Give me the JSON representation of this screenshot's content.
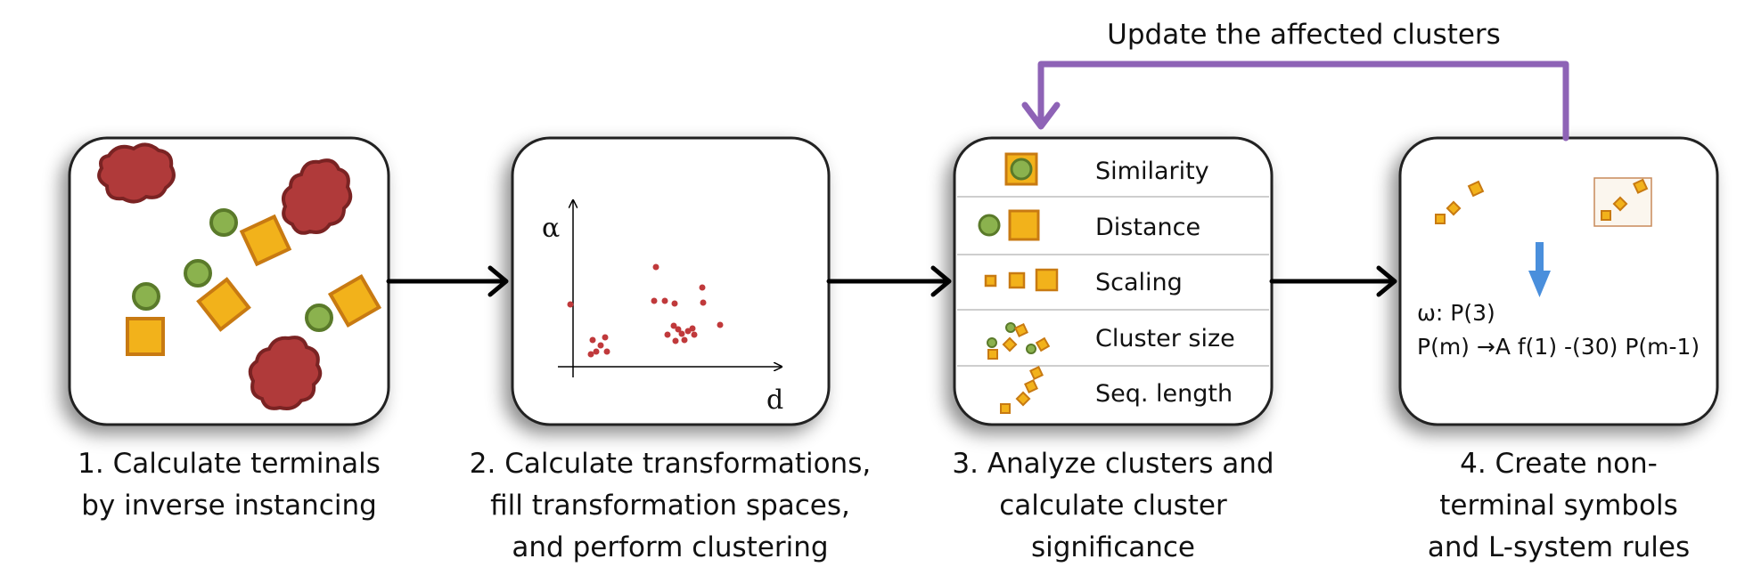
{
  "feedback_label": "Update the affected clusters",
  "steps": [
    {
      "lines": [
        "1. Calculate terminals",
        "by inverse instancing"
      ]
    },
    {
      "lines": [
        "2. Calculate transformations,",
        "fill transformation spaces,",
        "and perform clustering"
      ]
    },
    {
      "lines": [
        "3. Analyze clusters and",
        "calculate cluster",
        "significance"
      ]
    },
    {
      "lines": [
        "4. Create non-",
        "terminal symbols",
        "and L-system rules"
      ]
    }
  ],
  "transformation_space": {
    "y_axis": "α",
    "x_axis": "d"
  },
  "criteria": [
    "Similarity",
    "Distance",
    "Scaling",
    "Cluster size",
    "Seq. length"
  ],
  "rules": {
    "axiom": "ω: P(3)",
    "production": "P(m) →A f(1) -(30) P(m-1)"
  },
  "colors": {
    "blob": "#b03a3a",
    "circle": "#8bb24e",
    "square": "#f2b21b",
    "outline": "#c87a12",
    "feedback_arrow": "#8e63b6",
    "down_arrow": "#4a8fdc",
    "scatter_point": "#c0393b"
  }
}
